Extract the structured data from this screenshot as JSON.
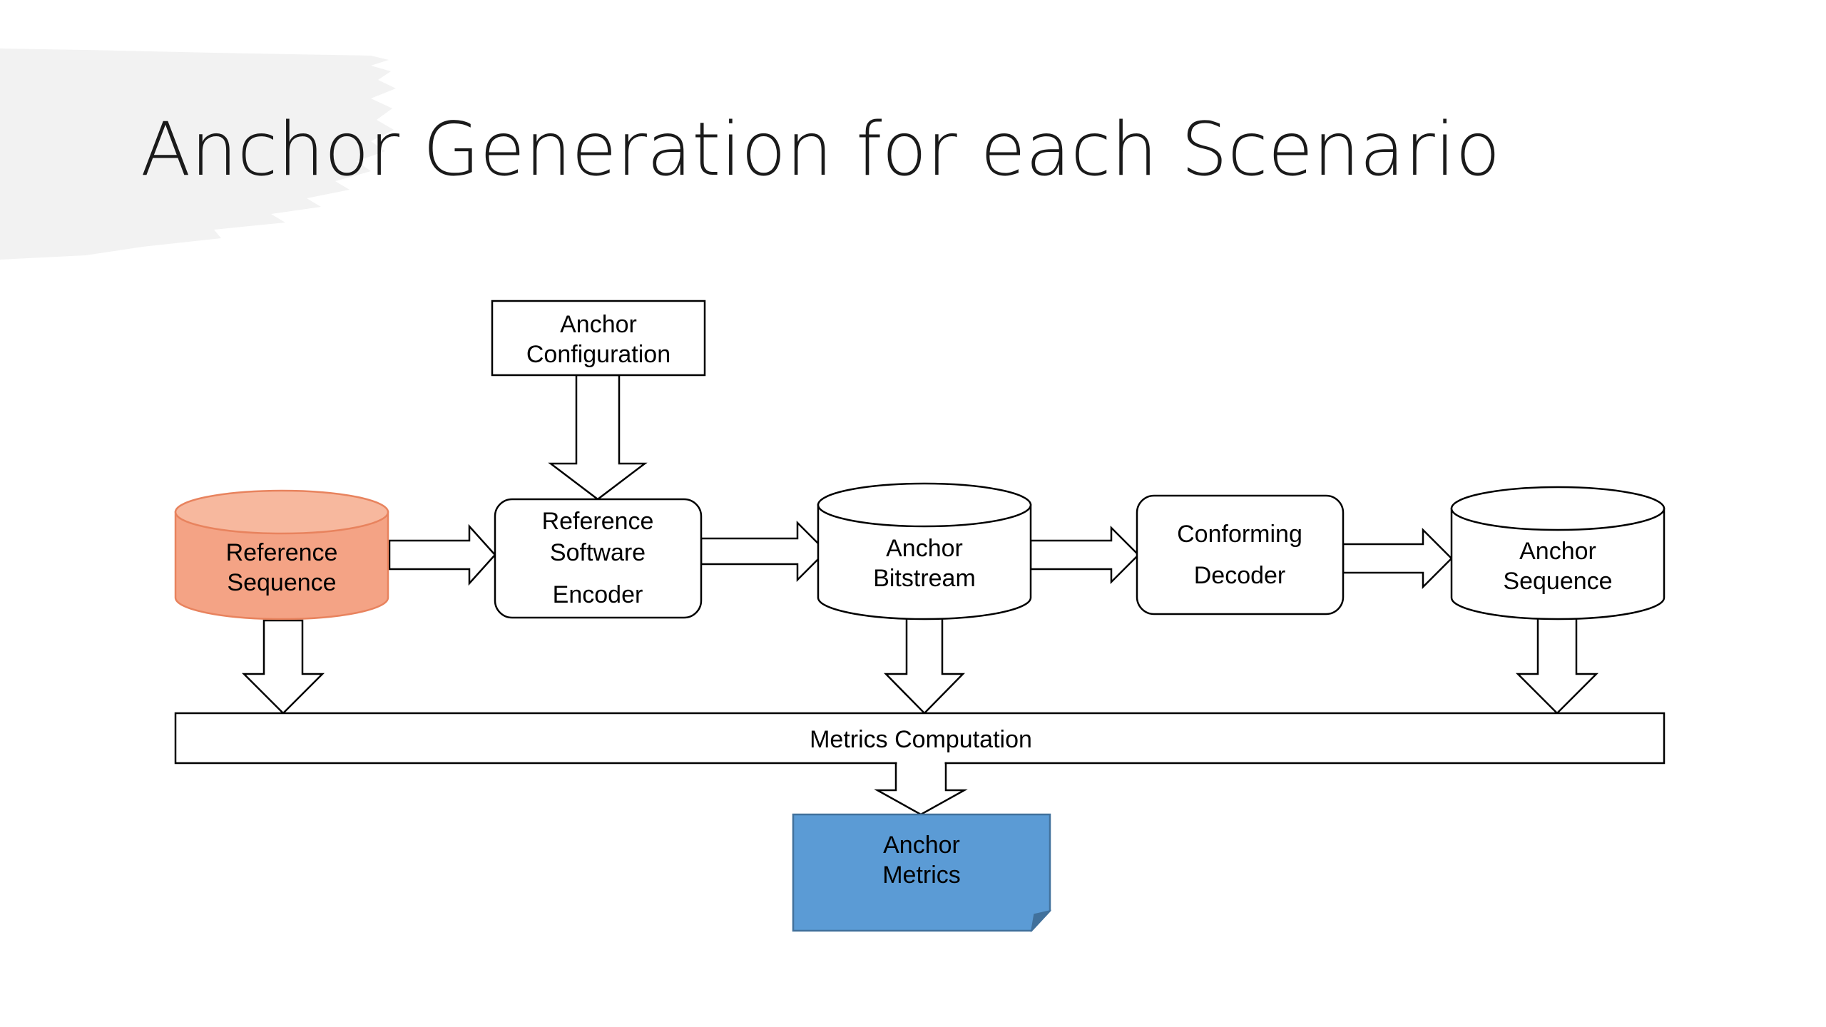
{
  "slide": {
    "title": "Anchor Generation for each Scenario"
  },
  "colors": {
    "reference_sequence_fill": "#f4a385",
    "reference_sequence_stroke": "#e8835e",
    "anchor_metrics_fill": "#5b9bd5",
    "anchor_metrics_stroke": "#41719c",
    "brush_stroke": "#f2f2f2",
    "line": "#000000"
  },
  "diagram": {
    "anchor_configuration": {
      "line1": "Anchor",
      "line2": "Configuration"
    },
    "reference_sequence": {
      "line1": "Reference",
      "line2": "Sequence"
    },
    "encoder": {
      "line1": "Reference",
      "line2": "Software",
      "line3": "Encoder"
    },
    "anchor_bitstream": {
      "line1": "Anchor",
      "line2": "Bitstream"
    },
    "decoder": {
      "line1": "Conforming",
      "line2": "Decoder"
    },
    "anchor_sequence": {
      "line1": "Anchor",
      "line2": "Sequence"
    },
    "metrics_computation": {
      "label": "Metrics Computation"
    },
    "anchor_metrics": {
      "line1": "Anchor",
      "line2": "Metrics"
    }
  }
}
